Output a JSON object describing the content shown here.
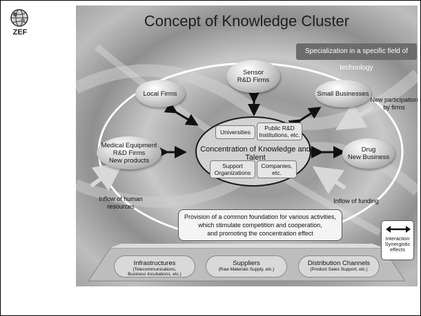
{
  "logo": {
    "text": "ZEF",
    "icon": "globe-logo-icon"
  },
  "title": "Concept of Knowledge Cluster",
  "specialization": "Specialization in a specific field of technology",
  "nodes": {
    "sensor": "Sensor\nR&D Firms",
    "local": "Local Firms",
    "small": "Small Businesses",
    "medical": "Medical Equipment\nR&D Firms\nNew products",
    "drug": "Drug\nNew Business"
  },
  "center": {
    "universities": "Universities",
    "public": "Public R&D\nInstitutions, etc.",
    "label": "Concentration of Knowledge and Talent",
    "support": "Support\nOrganizations",
    "companies": "Companies,\netc."
  },
  "side_labels": {
    "new_participation": "New participation\nby firms",
    "inflow_human": "Inflow of human\nresources",
    "inflow_funding": "Inflow of funding"
  },
  "provision": "Provision of a common foundation for various activities,\nwhich stimulate competition and cooperation,\nand promoting the concentration effect",
  "legend": {
    "text": "Interaction\nSynergistic\neffects",
    "icon": "double-arrow-icon"
  },
  "base": {
    "infra_title": "Infrastructures",
    "infra_sub": "(Telecommunications,\nBusiness Incubations, etc.)",
    "suppliers_title": "Suppliers",
    "suppliers_sub": "(Raw Materials Supply, etc.)",
    "distribution_title": "Distribution Channels",
    "distribution_sub": "(Product Sales Support, etc.)"
  }
}
